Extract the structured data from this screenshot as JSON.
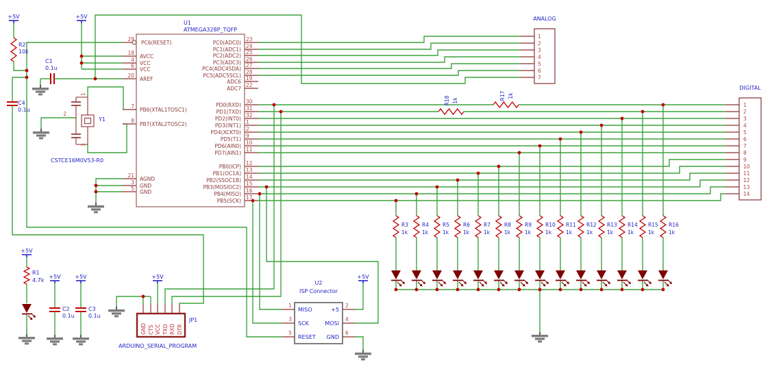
{
  "colors": {
    "wire": "#3CA23C",
    "component_red": "#C00000",
    "stub_red": "#A05050",
    "ic_outline": "#9A5B5B",
    "label_blue": "#2424C4",
    "pin_name": "#8E3B3B",
    "pin_number": "#B04545",
    "ground_gray": "#7C7C7C",
    "jp1_outline": "#8E1F1F",
    "u2_outline": "#5F5F5F",
    "led_red": "#7E0000"
  },
  "power": {
    "flag_label": "+5V"
  },
  "ic": {
    "ref": "U1",
    "part": "ATMEGA328P_TQFP",
    "left_pins": [
      {
        "num": "29",
        "name": "PC6(RESET)"
      },
      {
        "num": "18",
        "name": "AVCC"
      },
      {
        "num": "4",
        "name": "VCC"
      },
      {
        "num": "6",
        "name": "VCC"
      },
      {
        "num": "20",
        "name": "AREF"
      },
      {
        "num": "7",
        "name": "PB6(XTAL1TOSC1)"
      },
      {
        "num": "8",
        "name": "PB7(XTAL2TOSC2)"
      },
      {
        "num": "21",
        "name": "AGND"
      },
      {
        "num": "3",
        "name": "GND"
      },
      {
        "num": "5",
        "name": "GND"
      }
    ],
    "right_pins": [
      {
        "num": "23",
        "name": "PC0(ADC0)"
      },
      {
        "num": "24",
        "name": "PC1(ADC1)"
      },
      {
        "num": "25",
        "name": "PC2(ADC2)"
      },
      {
        "num": "26",
        "name": "PC3(ADC3)"
      },
      {
        "num": "27",
        "name": "PC4(ADC4SDA)"
      },
      {
        "num": "28",
        "name": "PC5(ADC5SCL)"
      },
      {
        "num": "19",
        "name": "ADC6"
      },
      {
        "num": "22",
        "name": "ADC7"
      },
      {
        "num": "30",
        "name": "PD0(RXD)"
      },
      {
        "num": "31",
        "name": "PD1(TXD)"
      },
      {
        "num": "32",
        "name": "PD2(INT0)"
      },
      {
        "num": "1",
        "name": "PD3(INT1)"
      },
      {
        "num": "2",
        "name": "PD4(XCKT0)"
      },
      {
        "num": "9",
        "name": "PD5(T1)"
      },
      {
        "num": "10",
        "name": "PD6(AIN0)"
      },
      {
        "num": "11",
        "name": "PD7(AIN1)"
      },
      {
        "num": "12",
        "name": "PB0(ICP)"
      },
      {
        "num": "13",
        "name": "PB1(OC1A)"
      },
      {
        "num": "14",
        "name": "PB2(SSOC1B)"
      },
      {
        "num": "15",
        "name": "PB3(MOSIOC2)"
      },
      {
        "num": "16",
        "name": "PB4(MISO)"
      },
      {
        "num": "17",
        "name": "PB5(SCK)"
      }
    ]
  },
  "connectors": {
    "analog": {
      "title": "ANALOG",
      "pins": [
        "1",
        "2",
        "3",
        "4",
        "5",
        "6",
        "7"
      ]
    },
    "digital": {
      "title": "DIGITAL",
      "pins": [
        "1",
        "2",
        "3",
        "4",
        "5",
        "6",
        "7",
        "8",
        "9",
        "10",
        "11",
        "12",
        "13",
        "14"
      ]
    }
  },
  "resistors": {
    "pullup": {
      "ref": "R2",
      "value": "10k"
    },
    "led_single": {
      "ref": "R1",
      "value": "4.7k"
    },
    "series": [
      {
        "ref": "R18",
        "value": "1k"
      },
      {
        "ref": "R17",
        "value": "1k"
      }
    ],
    "led_array": [
      {
        "ref": "R3",
        "value": "1k"
      },
      {
        "ref": "R4",
        "value": "1k"
      },
      {
        "ref": "R5",
        "value": "1k"
      },
      {
        "ref": "R6",
        "value": "1k"
      },
      {
        "ref": "R7",
        "value": "1k"
      },
      {
        "ref": "R8",
        "value": "1k"
      },
      {
        "ref": "R9",
        "value": "1k"
      },
      {
        "ref": "R10",
        "value": "1k"
      },
      {
        "ref": "R11",
        "value": "1k"
      },
      {
        "ref": "R12",
        "value": "1k"
      },
      {
        "ref": "R13",
        "value": "1k"
      },
      {
        "ref": "R14",
        "value": "1k"
      },
      {
        "ref": "R15",
        "value": "1k"
      },
      {
        "ref": "R16",
        "value": "1k"
      }
    ]
  },
  "capacitors": {
    "c1": {
      "ref": "C1",
      "value": "0.1u"
    },
    "c2": {
      "ref": "C2",
      "value": "0.1u"
    },
    "c3": {
      "ref": "C3",
      "value": "0.1u"
    },
    "c4": {
      "ref": "C4",
      "value": "0.1u"
    }
  },
  "crystal": {
    "ref": "Y1",
    "part": "CSTCE16M0V53-R0",
    "pins": [
      "1",
      "2",
      "3"
    ]
  },
  "serial_header": {
    "ref": "JP1",
    "name": "ARDUINO_SERIAL_PROGRAM",
    "pin_names": [
      "GND",
      "CTS",
      "VCC",
      "TXD",
      "RXD",
      "DTR"
    ]
  },
  "isp": {
    "ref": "U2",
    "name": "ISP Connector",
    "left_pins": [
      {
        "num": "1",
        "name": "MISO"
      },
      {
        "num": "3",
        "name": "SCK"
      },
      {
        "num": "5",
        "name": "RESET"
      }
    ],
    "right_pins": [
      {
        "num": "2",
        "name": "+5"
      },
      {
        "num": "4",
        "name": "MOSI"
      },
      {
        "num": "6",
        "name": "GND"
      }
    ]
  }
}
